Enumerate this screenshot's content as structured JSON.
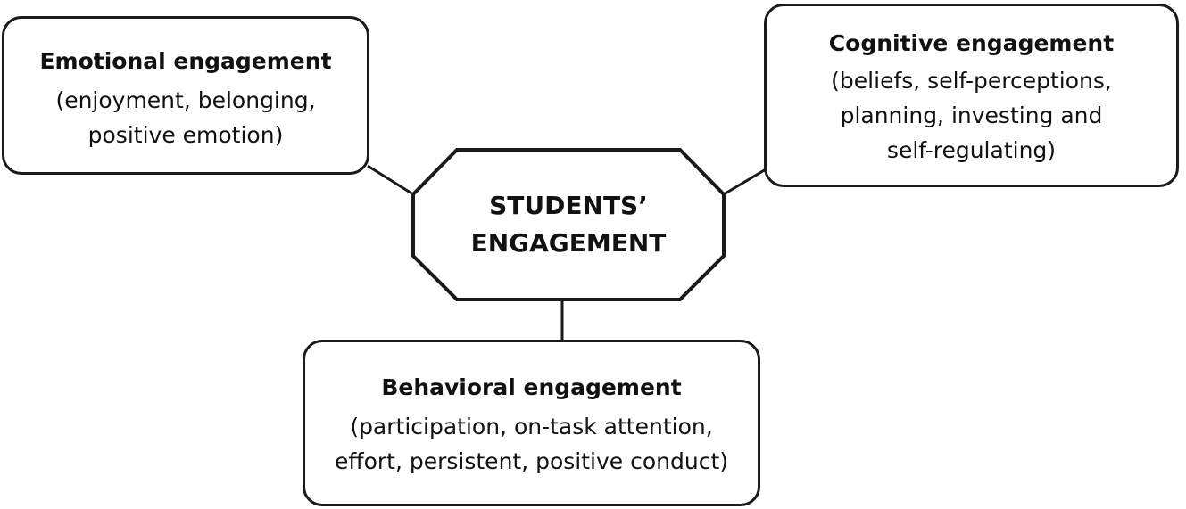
{
  "center": {
    "line1": "STUDENTS’",
    "line2": "ENGAGEMENT"
  },
  "emotional": {
    "title": "Emotional engagement",
    "line1": "(enjoyment, belonging,",
    "line2": "positive emotion)"
  },
  "cognitive": {
    "title": "Cognitive engagement",
    "line1": "(beliefs, self-perceptions,",
    "line2": "planning, investing and",
    "line3": "self-regulating)"
  },
  "behavioral": {
    "title": "Behavioral engagement",
    "line1": "(participation, on-task attention,",
    "line2": "effort, persistent, positive conduct)"
  }
}
